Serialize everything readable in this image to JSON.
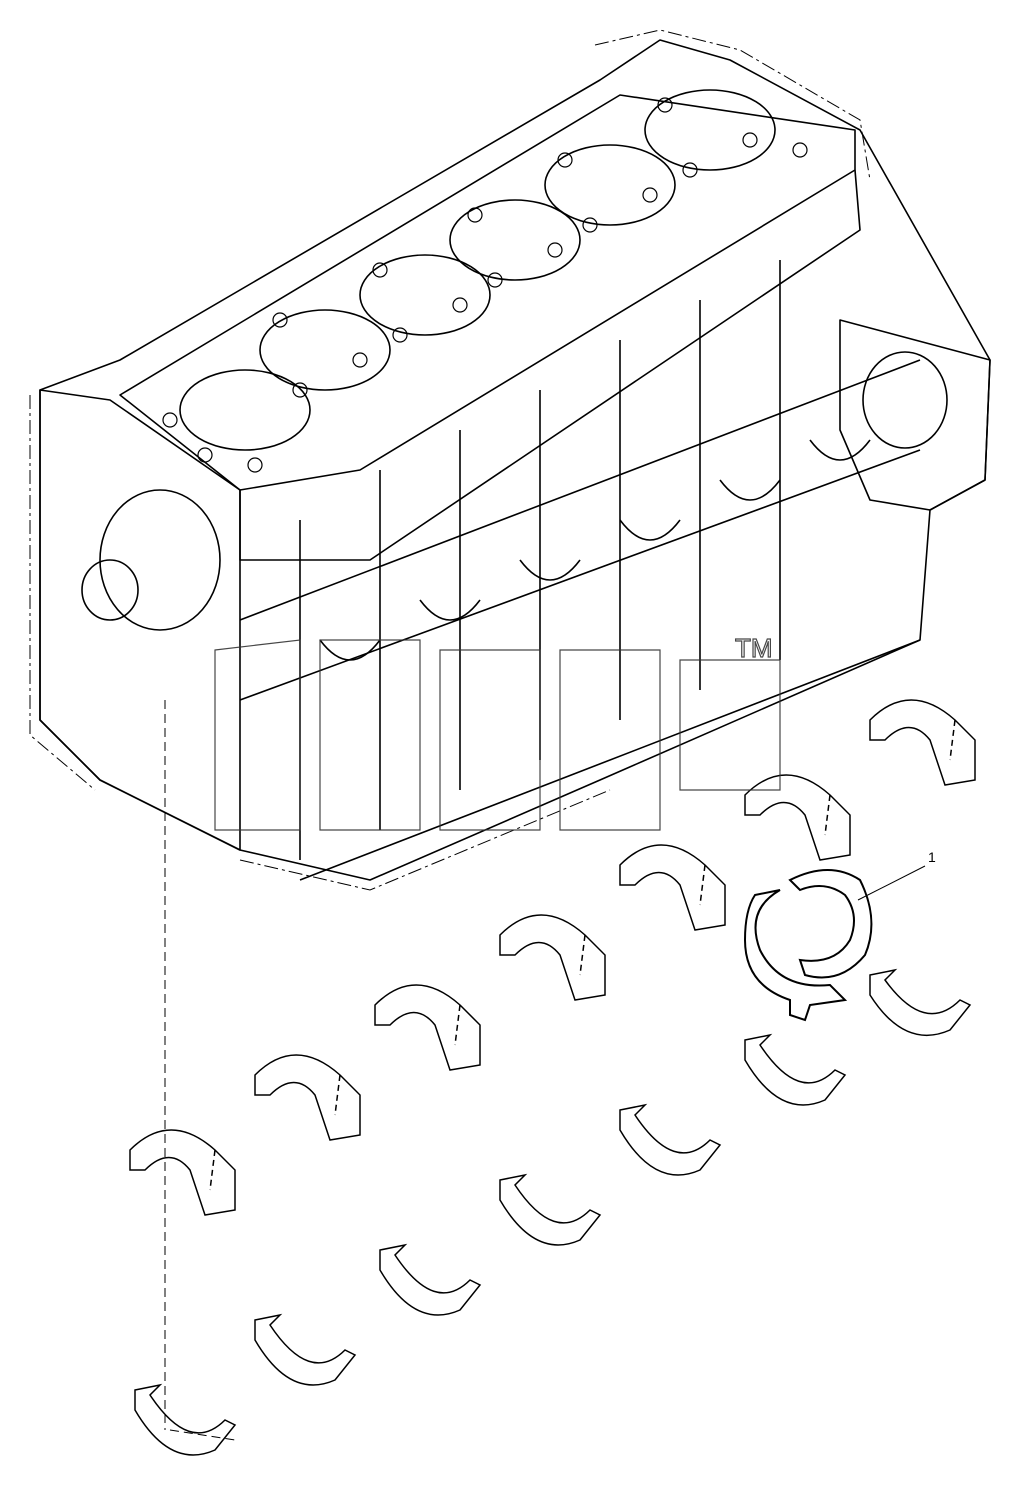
{
  "diagram": {
    "callouts": [
      {
        "label": "1"
      }
    ],
    "watermark": {
      "mark": "TM"
    },
    "colors": {
      "line": "#000000",
      "background": "#ffffff",
      "watermark_outline": "#333333"
    },
    "parts": {
      "upper_bearing_shells": 7,
      "lower_bearing_shells": 7,
      "thrust_washers": 2
    }
  }
}
